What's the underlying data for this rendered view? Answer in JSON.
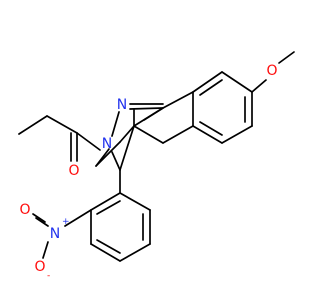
{
  "atoms": {
    "methoxy_o": {
      "symbol": "O",
      "color": "#ff0d0d"
    },
    "carbonyl_o": {
      "symbol": "O",
      "color": "#ff0d0d"
    },
    "pyrazole_n1": {
      "symbol": "N",
      "color": "#2233ee"
    },
    "pyrazole_n2": {
      "symbol": "N",
      "color": "#2233ee"
    },
    "nitro_n": {
      "symbol": "N",
      "color": "#2233ee",
      "charge": "+"
    },
    "nitro_o_minus": {
      "symbol": "O",
      "color": "#ff0d0d",
      "charge": "-"
    },
    "nitro_o_double": {
      "symbol": "O",
      "color": "#ff0d0d"
    }
  }
}
